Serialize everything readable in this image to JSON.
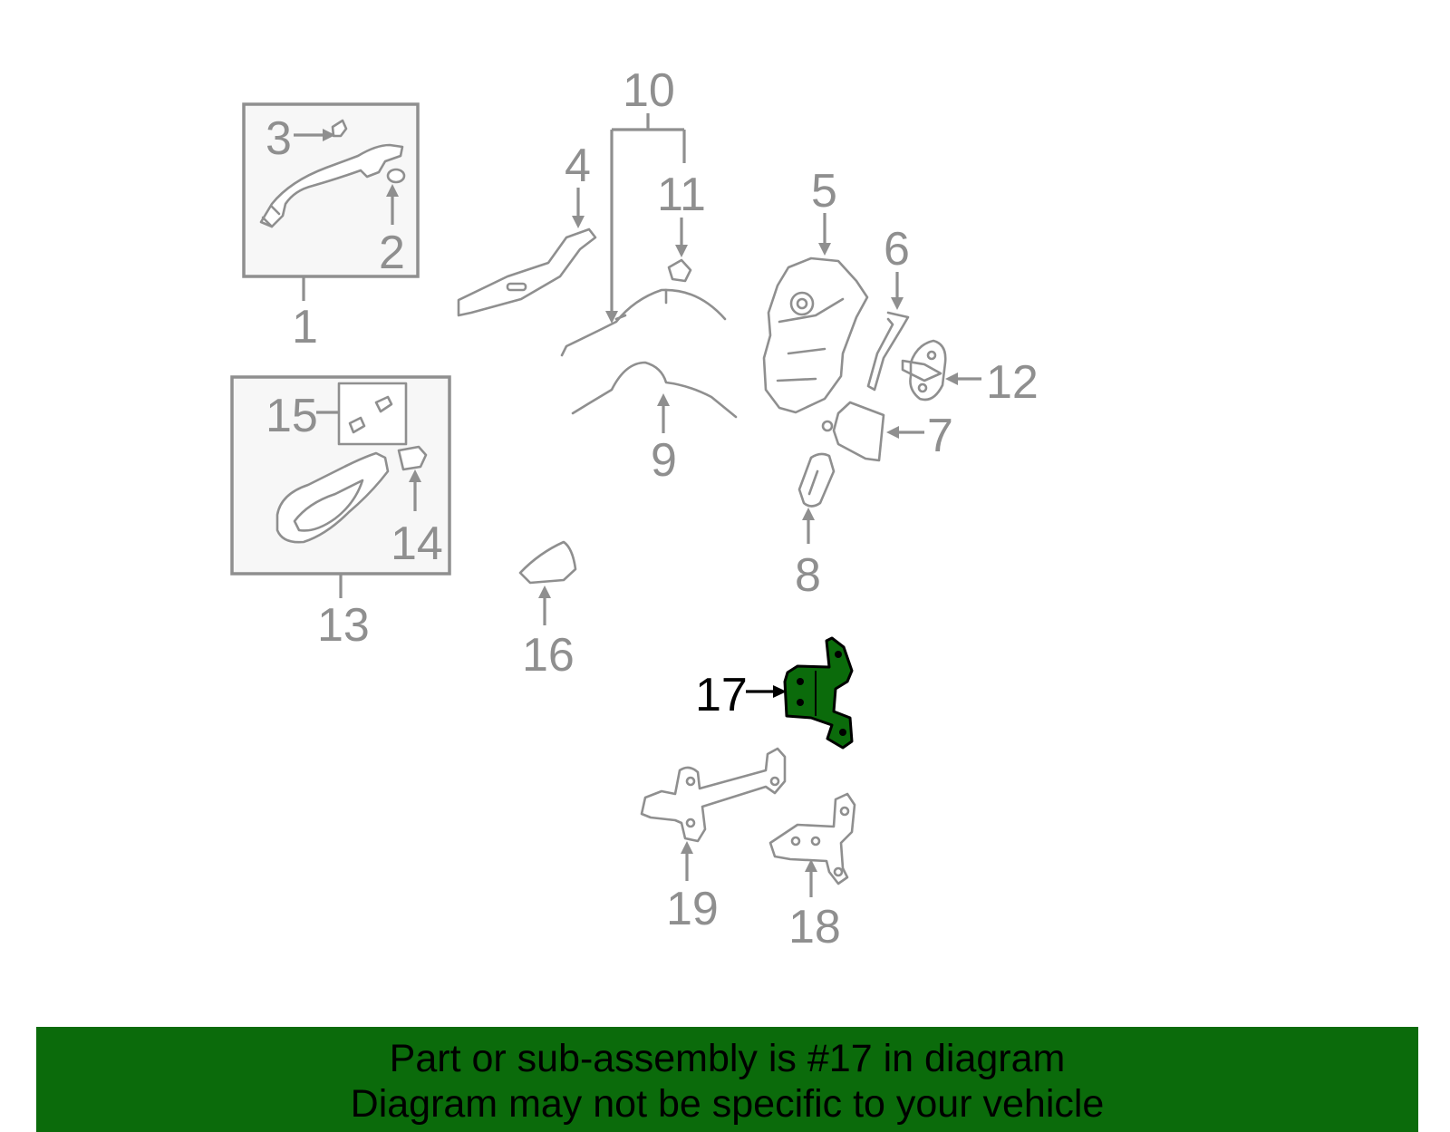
{
  "diagram": {
    "highlighted_part": "17",
    "callouts": {
      "c1": "1",
      "c2": "2",
      "c3": "3",
      "c4": "4",
      "c5": "5",
      "c6": "6",
      "c7": "7",
      "c8": "8",
      "c9": "9",
      "c10": "10",
      "c11": "11",
      "c12": "12",
      "c13": "13",
      "c14": "14",
      "c15": "15",
      "c16": "16",
      "c17": "17",
      "c18": "18",
      "c19": "19"
    },
    "colors": {
      "highlight": "#0b6b0b",
      "line": "#8f8f8f",
      "banner": "#0b6b0b"
    }
  },
  "footer": {
    "line1": "Part or sub-assembly is #17 in diagram",
    "line2": "Diagram may not be specific to your vehicle"
  }
}
